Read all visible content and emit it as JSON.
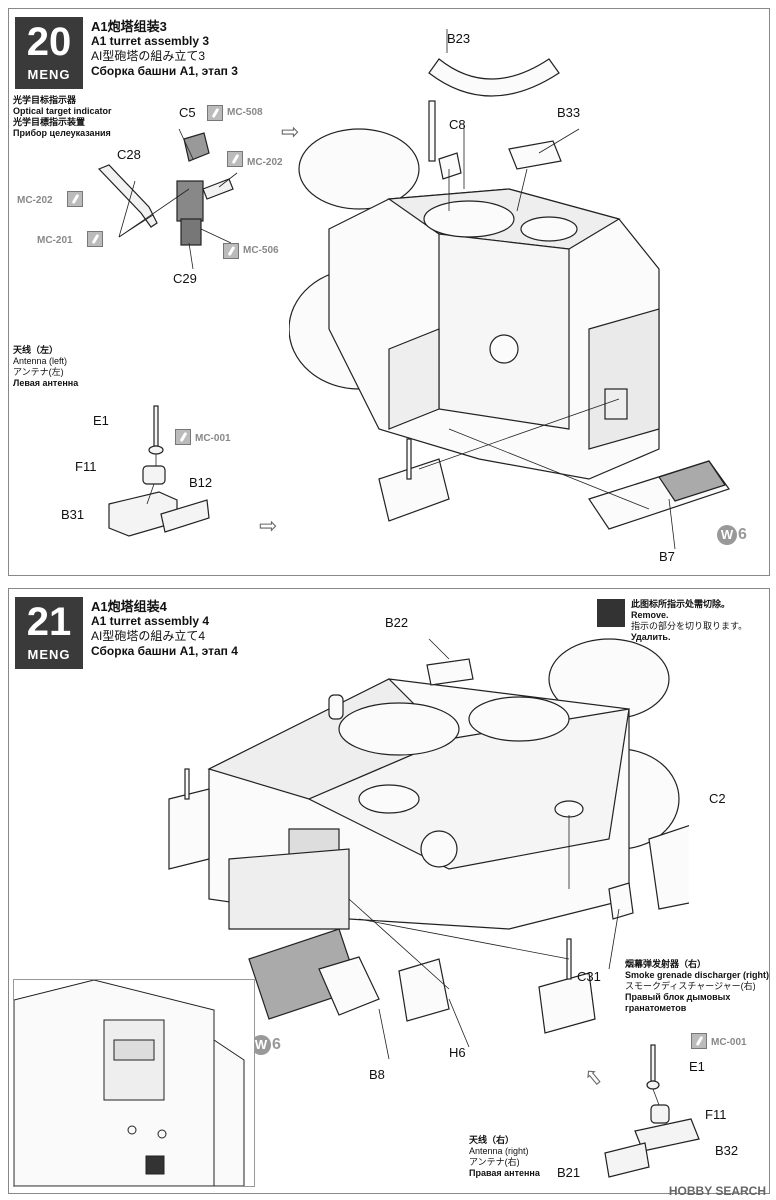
{
  "step20": {
    "number": "20",
    "brand": "MENG",
    "title_zh": "A1炮塔组装3",
    "title_en": "A1 turret assembly 3",
    "title_ja": "AI型砲塔の組み立て3",
    "title_ru": "Сборка башни A1, этап 3",
    "indicator": {
      "zh": "光学目标指示器",
      "en": "Optical target indicator",
      "ja": "光学目標指示装置",
      "ru": "Прибор целеуказания"
    },
    "antenna": {
      "zh": "天线（左）",
      "en": "Antenna (left)",
      "ja": "アンテナ(左)",
      "ru": "Левая антенна"
    },
    "parts": [
      "C5",
      "C28",
      "C29",
      "E1",
      "F11",
      "B12",
      "B31",
      "B23",
      "C8",
      "B33",
      "B7"
    ],
    "paints": [
      "MC-508",
      "MC-202",
      "MC-202",
      "MC-201",
      "MC-506",
      "MC-001"
    ],
    "weathering": "6"
  },
  "step21": {
    "number": "21",
    "brand": "MENG",
    "title_zh": "A1炮塔组装4",
    "title_en": "A1 turret assembly 4",
    "title_ja": "AI型砲塔の組み立て4",
    "title_ru": "Сборка башни A1, этап 4",
    "remove": {
      "zh": "此图标所指示处需切除。",
      "en": "Remove.",
      "ja": "指示の部分を切り取ります。",
      "ru": "Удалить."
    },
    "smoke": {
      "zh": "烟幕弹发射器（右）",
      "en": "Smoke grenade discharger (right)",
      "ja": "スモークディスチャージャー(右)",
      "ru1": "Правый блок дымовых",
      "ru2": "гранатометов"
    },
    "antenna": {
      "zh": "天线（右）",
      "en": "Antenna (right)",
      "ja": "アンテナ(右)",
      "ru": "Правая антенна"
    },
    "parts": [
      "B22",
      "C2",
      "C31",
      "B8",
      "H6",
      "E1",
      "F11",
      "B32",
      "B21"
    ],
    "paints": [
      "MC-001"
    ],
    "weathering": "6"
  },
  "footer": "HOBBY SEARCH"
}
